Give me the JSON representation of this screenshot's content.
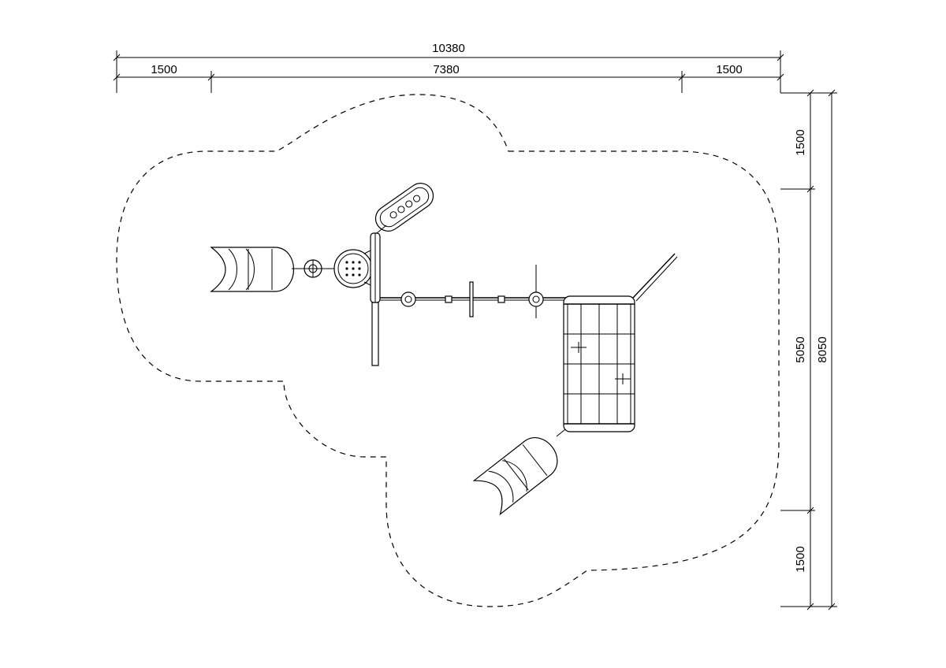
{
  "dimensions": {
    "overall_width": "10380",
    "left_margin": "1500",
    "inner_width": "7380",
    "right_margin": "1500",
    "top_margin": "1500",
    "inner_height": "5050",
    "overall_height": "8050",
    "bottom_margin": "1500"
  }
}
